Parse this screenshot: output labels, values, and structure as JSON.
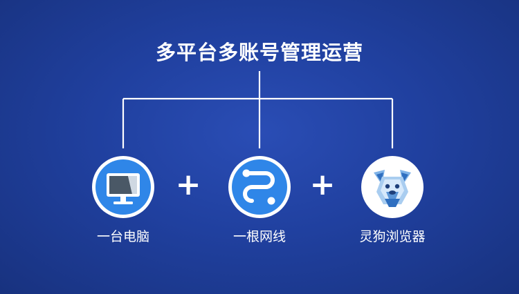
{
  "title": "多平台多账号管理运营",
  "items": [
    {
      "label": "一台电脑",
      "icon": "monitor-icon"
    },
    {
      "label": "一根网线",
      "icon": "network-cable-icon"
    },
    {
      "label": "灵狗浏览器",
      "icon": "lingdog-logo-icon"
    }
  ],
  "plus_signs": [
    "+",
    "+"
  ],
  "colors": {
    "background": "#20409f",
    "accent_blue": "#2f86e8",
    "line": "#ffffff"
  }
}
